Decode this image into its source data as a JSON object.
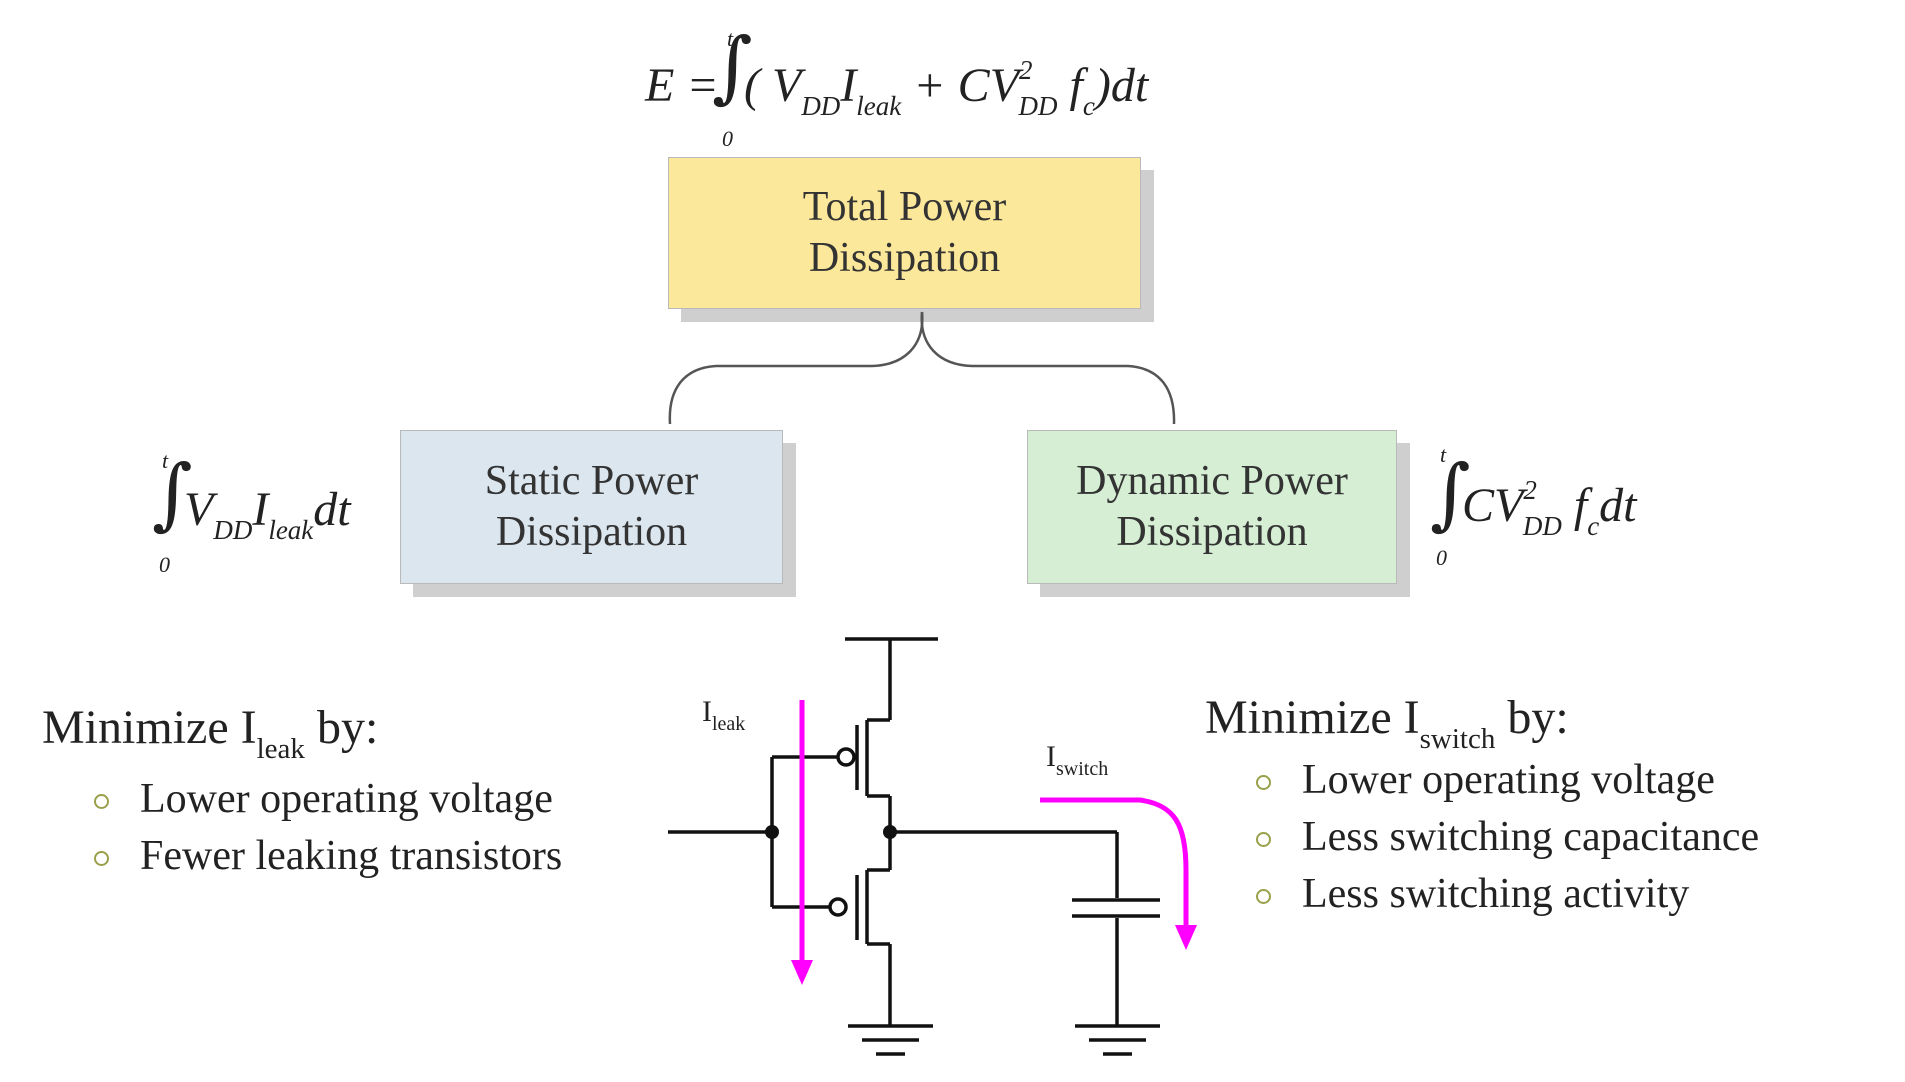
{
  "equations": {
    "energy": {
      "lhs": "E =",
      "upper": "t",
      "lower": "0",
      "open": "(",
      "v": "V",
      "v_sub": "DD",
      "i": "I",
      "i_sub": "leak",
      "plus": " + C",
      "v2": "V",
      "v2_sup": "2",
      "v2_sub": "DD",
      "f": "f",
      "f_sub": "c",
      "tail": ")dt"
    },
    "static": {
      "upper": "t",
      "lower": "0",
      "v": "V",
      "v_sub": "DD",
      "i": "I",
      "i_sub": "leak",
      "tail": "dt"
    },
    "dynamic": {
      "upper": "t",
      "lower": "0",
      "c": "CV",
      "sup": "2",
      "sub": "DD",
      "f": "f",
      "f_sub": "c",
      "tail": "dt"
    }
  },
  "boxes": {
    "total": {
      "line1": "Total Power",
      "line2": "Dissipation",
      "color": "#fbe89a"
    },
    "static": {
      "line1": "Static Power",
      "line2": "Dissipation",
      "color": "#dbe6ef"
    },
    "dynamic": {
      "line1": "Dynamic Power",
      "line2": "Dissipation",
      "color": "#d5eed4"
    }
  },
  "left_section": {
    "heading_pre": "Minimize I",
    "heading_sub": "leak",
    "heading_post": " by:",
    "items": [
      "Lower operating voltage",
      "Fewer leaking transistors"
    ]
  },
  "right_section": {
    "heading_pre": "Minimize I",
    "heading_sub": "switch",
    "heading_post": " by:",
    "items": [
      "Lower operating voltage",
      "Less switching capacitance",
      "Less switching activity"
    ]
  },
  "circuit": {
    "ileak_label": "I",
    "ileak_sub": "leak",
    "iswitch_label": "I",
    "iswitch_sub": "switch",
    "arrow_color": "#ff00ff"
  }
}
